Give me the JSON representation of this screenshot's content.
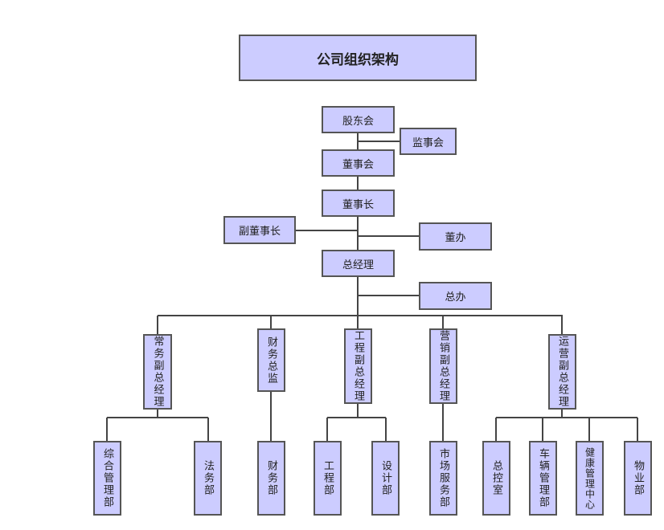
{
  "title": "公司组织架构",
  "nodes": {
    "shareholders": "股东会",
    "supervisors": "监事会",
    "board": "董事会",
    "chairman": "董事长",
    "vice_chairman": "副董事长",
    "board_office": "董办",
    "gm": "总经理",
    "gm_office": "总办",
    "exec_vp": "常务副总经理",
    "cfo": "财务总监",
    "eng_vp": "工程副总经理",
    "mkt_vp": "营销副总经理",
    "ops_vp": "运营副总经理",
    "admin_dept": "综合管理部",
    "legal_dept": "法务部",
    "finance_dept": "财务部",
    "eng_dept": "工程部",
    "design_dept": "设计部",
    "market_dept": "市场服务部",
    "control_room": "总控室",
    "vehicle_dept": "车辆管理部",
    "health_center": "健康管理中心",
    "property_dept": "物业部"
  }
}
